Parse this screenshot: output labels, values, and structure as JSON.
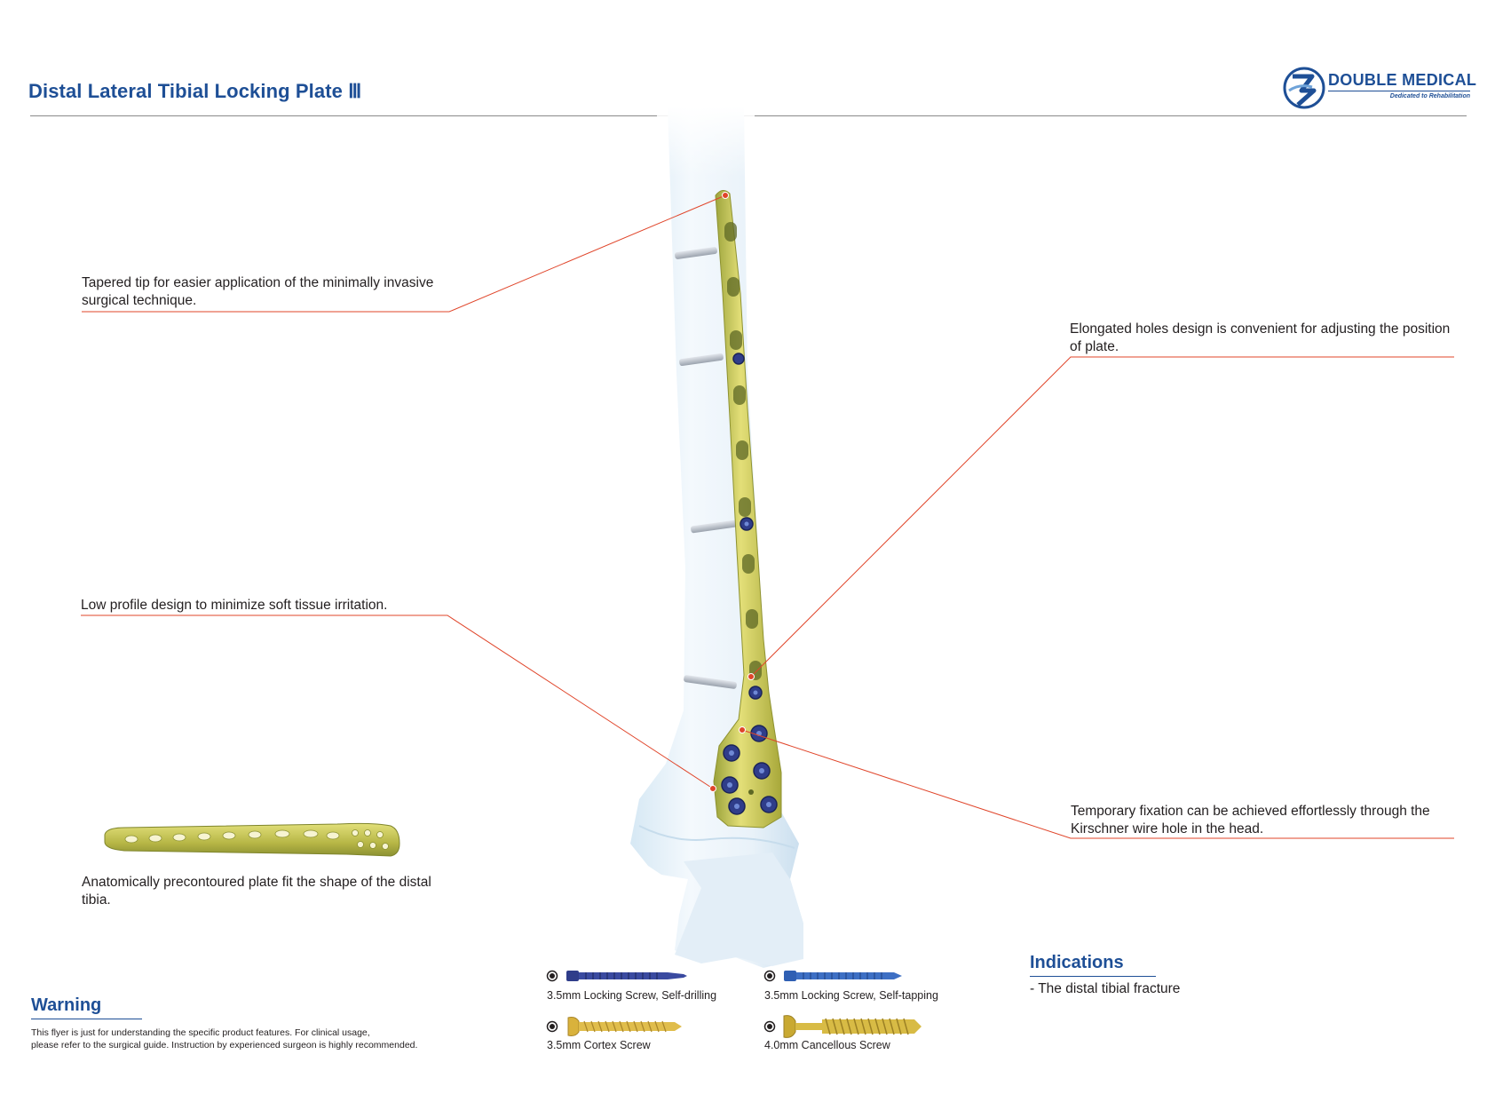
{
  "header": {
    "title": "Distal Lateral Tibial Locking Plate Ⅲ"
  },
  "logo": {
    "brand": "DOUBLE MEDICAL",
    "tagline": "Dedicated to Rehabilitation"
  },
  "callouts": {
    "tapered_tip": "Tapered tip for easier application of the minimally invasive surgical technique.",
    "elongated_holes": "Elongated holes design is convenient for adjusting the position of plate.",
    "low_profile": "Low profile design to minimize soft tissue irritation.",
    "temporary_fixation": "Temporary fixation can be achieved effortlessly through the Kirschner wire hole in the head.",
    "anatomic": "Anatomically precontoured plate fit the shape of the distal tibia."
  },
  "screws": [
    {
      "label": "3.5mm Locking Screw, Self-drilling",
      "color": "#2f3d8a"
    },
    {
      "label": "3.5mm Locking Screw, Self-tapping",
      "color": "#2f5fb3"
    },
    {
      "label": "3.5mm Cortex Screw",
      "color": "#d9b23c"
    },
    {
      "label": "4.0mm Cancellous Screw",
      "color": "#c9a932"
    }
  ],
  "warning": {
    "heading": "Warning",
    "line1": "This flyer is just for understanding the specific product features. For clinical usage,",
    "line2": "please refer to the surgical guide. Instruction by experienced surgeon is highly recommended."
  },
  "indications": {
    "heading": "Indications",
    "item": "- The distal tibial fracture"
  },
  "colors": {
    "brand_blue": "#1e4f96",
    "leader_red": "#e0452a",
    "plate_gold": "#c8c24a",
    "bone": "#e6f1f8"
  }
}
